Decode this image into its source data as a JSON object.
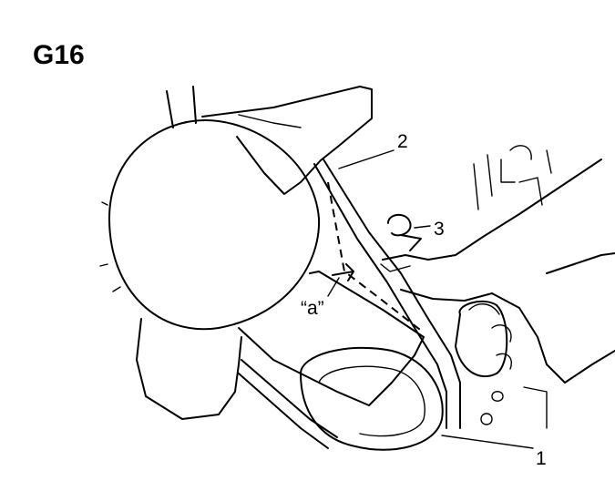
{
  "figure": {
    "id_label": "G16",
    "callouts": {
      "part_1": "1",
      "part_2": "2",
      "part_3": "3",
      "dimension_a": "“a”"
    }
  },
  "colors": {
    "ink": "#000000",
    "paper": "#ffffff"
  }
}
